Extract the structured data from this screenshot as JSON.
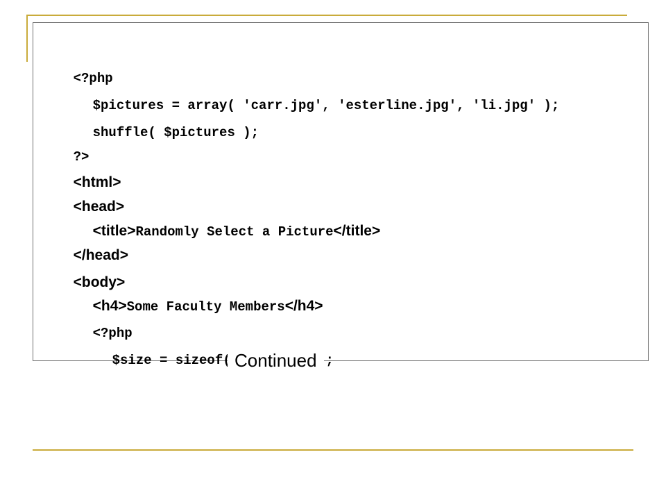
{
  "code_lines": [
    {
      "indent": "",
      "text": "<?php"
    },
    {
      "indent": "   ",
      "text": "$pictures = array( 'carr.jpg', 'esterline.jpg', 'li.jpg' );"
    },
    {
      "indent": "   ",
      "text": "shuffle( $pictures );"
    },
    {
      "indent": "",
      "text": "?>"
    },
    {
      "indent": "",
      "tag": "<html>"
    },
    {
      "indent": "",
      "tag": "<head>"
    },
    {
      "indent": "   ",
      "tag": "<title>",
      "text": "Randomly Select a Picture",
      "close": "</title>"
    },
    {
      "indent": "",
      "tag": "</head>"
    },
    {
      "indent": "",
      "tag": "<body>"
    },
    {
      "indent": "   ",
      "tag": "<h4>",
      "text": "Some Faculty Members",
      "close": "</h4>"
    },
    {
      "indent": "   ",
      "text": "<?php"
    },
    {
      "indent": "     ",
      "text": "$size = sizeof( $pictures );"
    }
  ],
  "continued_label": "Continued",
  "colors": {
    "accent_rule": "#c9ab3a",
    "box_border": "#6e6e6e",
    "text": "#000000"
  }
}
